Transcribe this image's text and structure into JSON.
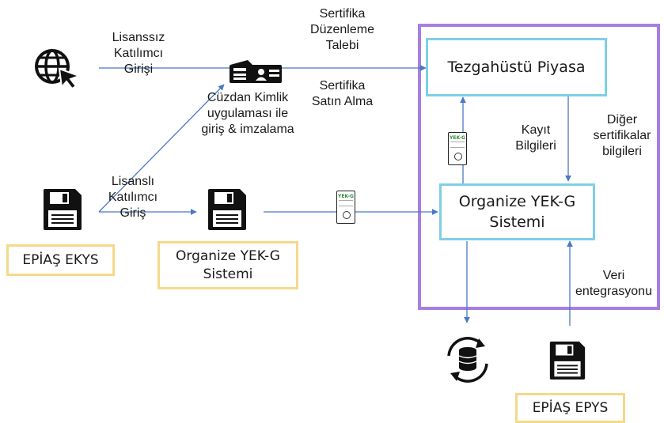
{
  "labels": {
    "lisanssiz": "Lisanssız\nKatılımcı\nGirişi",
    "sertifika_duzenleme": "Sertifika\nDüzenleme\nTalebi",
    "sertifika_satin": "Sertifika\nSatın Alma",
    "cuzdan": "Cüzdan Kimlik\nuygulaması ile\ngiriş & imzalama",
    "lisansli": "Lisanslı\nKatılımcı\nGiriş",
    "kayit": "Kayıt\nBilgileri",
    "diger": "Diğer\nsertifikalar\nbilgileri",
    "veri": "Veri\nentegrasyonu"
  },
  "boxes": {
    "tezgah": "Tezgahüstü Piyasa",
    "organize_main": "Organize YEK-G\nSistemi",
    "organize_left": "Organize YEK-G\nSistemi",
    "ekys": "EPİAŞ EKYS",
    "epys": "EPİAŞ EPYS"
  },
  "certificate": {
    "title": "YEK-G"
  },
  "icons": {
    "globe": "globe-cursor-icon",
    "id_card": "id-card-icon",
    "floppy": "floppy-disk-icon",
    "database_sync": "database-sync-icon",
    "certificate": "certificate-icon"
  },
  "colors": {
    "arrow": "#4a78c2",
    "cyan": "#7ecfe8",
    "yellow": "#f5d98a",
    "purple": "#a77ee0"
  }
}
